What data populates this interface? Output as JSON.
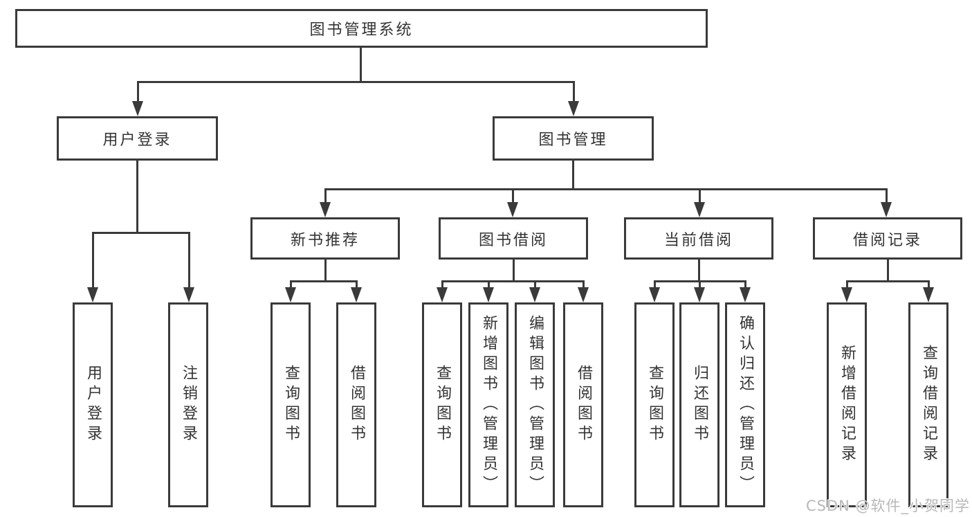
{
  "diagram": {
    "root": {
      "label": "图书管理系统"
    },
    "level1": [
      {
        "id": "user-login",
        "label": "用户登录"
      },
      {
        "id": "book-management",
        "label": "图书管理"
      }
    ],
    "level2": [
      {
        "id": "new-book-recommendation",
        "label": "新书推荐",
        "parent": "图书管理"
      },
      {
        "id": "book-borrowing",
        "label": "图书借阅",
        "parent": "图书管理"
      },
      {
        "id": "current-borrowing",
        "label": "当前借阅",
        "parent": "图书管理"
      },
      {
        "id": "borrowing-records",
        "label": "借阅记录",
        "parent": "图书管理"
      }
    ],
    "leaves": [
      {
        "label": "用户登录",
        "parent": "用户登录"
      },
      {
        "label": "注销登录",
        "parent": "用户登录"
      },
      {
        "label": "查询图书",
        "parent": "新书推荐"
      },
      {
        "label": "借阅图书",
        "parent": "新书推荐"
      },
      {
        "label": "查询图书",
        "parent": "图书借阅"
      },
      {
        "label": "新增图书（管理员）",
        "parent": "图书借阅"
      },
      {
        "label": "编辑图书（管理员）",
        "parent": "图书借阅"
      },
      {
        "label": "借阅图书",
        "parent": "图书借阅"
      },
      {
        "label": "查询图书",
        "parent": "当前借阅"
      },
      {
        "label": "归还图书",
        "parent": "当前借阅"
      },
      {
        "label": "确认归还（管理员）",
        "parent": "当前借阅"
      },
      {
        "label": "新增借阅记录",
        "parent": "借阅记录"
      },
      {
        "label": "查询借阅记录",
        "parent": "借阅记录"
      }
    ],
    "watermark": "CSDN @软件_小贺同学",
    "colors": {
      "line": "#3a3a3a",
      "text": "#333333",
      "background": "#ffffff",
      "watermark": "#b8b8b8"
    }
  }
}
